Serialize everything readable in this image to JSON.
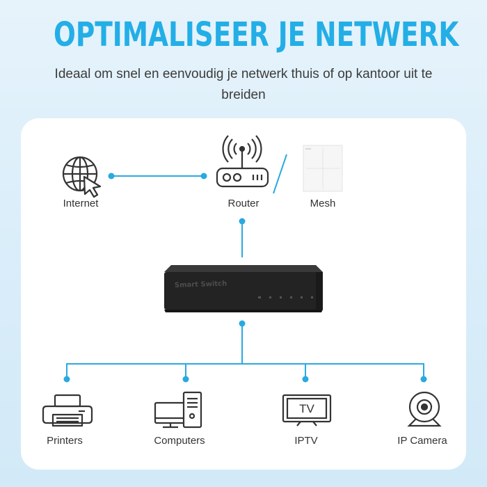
{
  "header": {
    "title": "OPTIMALISEER JE NETWERK",
    "subtitle": "Ideaal om snel en eenvoudig je netwerk thuis of op kantoor uit te breiden"
  },
  "colors": {
    "accent": "#23aee6",
    "line": "#2aa9e0",
    "icon": "#333333",
    "switch_body": "#2b2b2b"
  },
  "nodes": {
    "internet": {
      "label": "Internet",
      "icon": "globe-cursor-icon"
    },
    "router": {
      "label": "Router",
      "icon": "router-icon"
    },
    "mesh": {
      "label": "Mesh",
      "icon": "mesh-device-icon"
    },
    "switch": {
      "label": "Smart Switch",
      "icon": "switch-device"
    },
    "printers": {
      "label": "Printers",
      "icon": "printer-icon"
    },
    "computers": {
      "label": "Computers",
      "icon": "computer-icon"
    },
    "iptv": {
      "label": "IPTV",
      "icon": "tv-icon",
      "screen_text": "TV"
    },
    "ipcamera": {
      "label": "IP Camera",
      "icon": "webcam-icon"
    }
  }
}
